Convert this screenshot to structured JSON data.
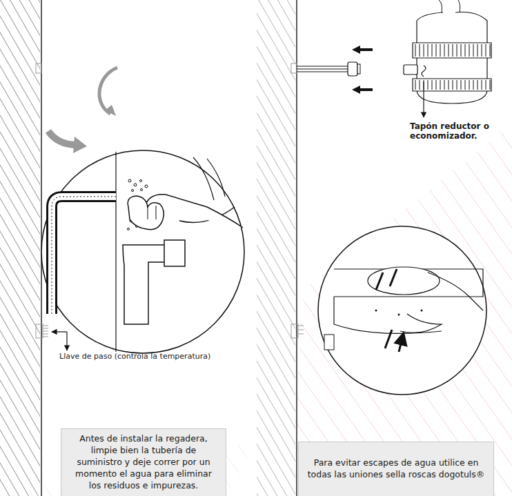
{
  "diagram": {
    "nodes": [
      {
        "text": [
          "Antes de instalar la regadera, limpie bien la tubería de suministro y deje correr por un momento el agua para eliminar los residuos e impurezas."
        ]
      },
      {
        "text": [
          "Para evitar escapes de agua utilice en todas las uniones sella roscas dogotuls®"
        ]
      }
    ],
    "labels": [
      "Tapón reductor o economizador.",
      "Llave de paso (controla la temperatura)"
    ]
  }
}
